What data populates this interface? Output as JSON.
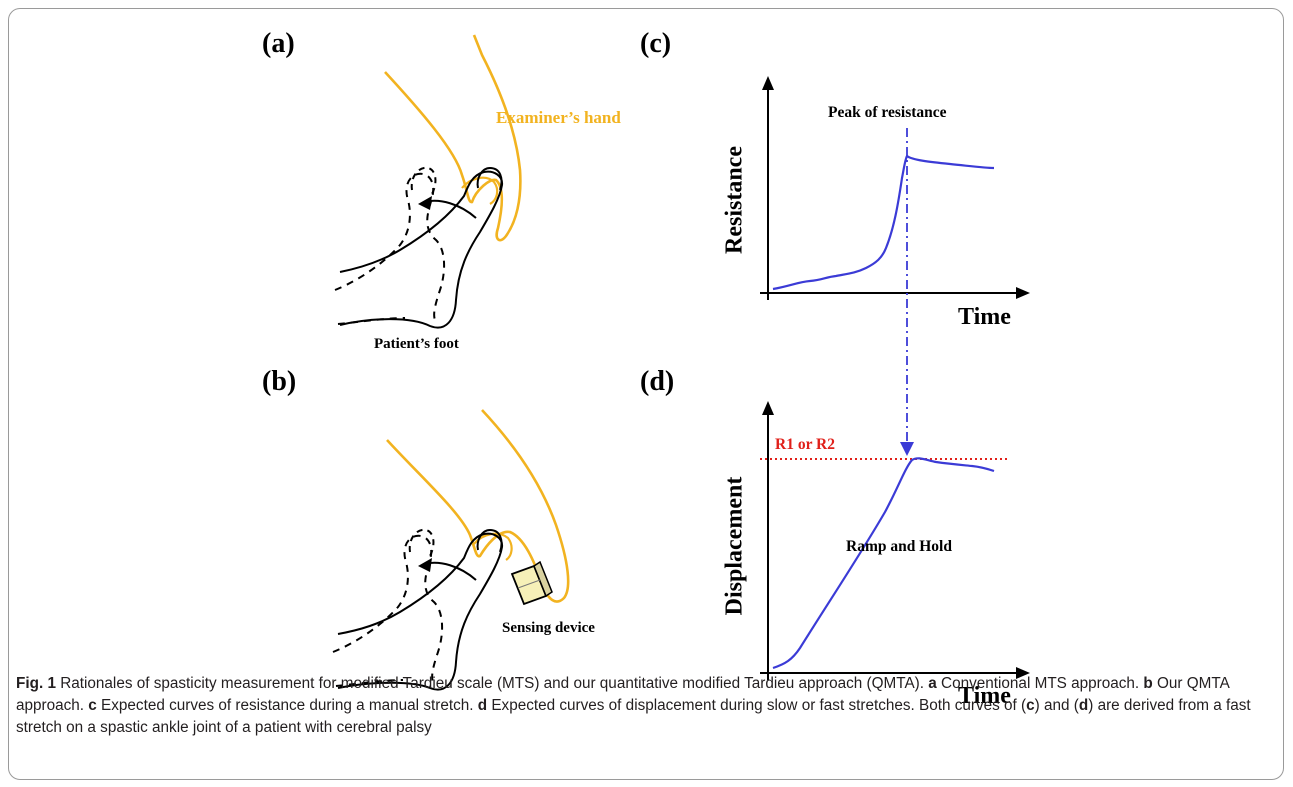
{
  "panels": {
    "a": {
      "label": "(a)",
      "hand_label": "Examiner’s hand",
      "foot_label": "Patient’s foot"
    },
    "b": {
      "label": "(b)",
      "device_label": "Sensing device"
    },
    "c": {
      "label": "(c)",
      "ylabel": "Resistance",
      "xlabel": "Time",
      "annotation": "Peak of resistance"
    },
    "d": {
      "label": "(d)",
      "ylabel": "Displacement",
      "xlabel": "Time",
      "threshold_label": "R1 or R2",
      "annotation": "Ramp and Hold"
    }
  },
  "colors": {
    "hand": "#f2b320",
    "curve": "#3b3bd6",
    "threshold": "#e0201a",
    "ink": "#000000",
    "device": "#f6f0b8"
  },
  "caption": {
    "fig_label": "Fig. 1",
    "intro": " Rationales of spasticity measurement for modified Tardieu scale (MTS) and our quantitative modified Tardieu approach (QMTA). ",
    "a_key": "a",
    "a_text": " Conventional MTS approach. ",
    "b_key": "b",
    "b_text": " Our QMTA approach. ",
    "c_key": "c",
    "c_text": " Expected curves of resistance during a manual stretch. ",
    "d_key": "d",
    "d_text": " Expected curves of displacement during slow or fast stretches. Both curves of (",
    "c_ref": "c",
    "mid": ") and (",
    "d_ref": "d",
    "tail": ") are derived from a fast stretch on a spastic ankle joint of a patient with cerebral palsy"
  }
}
